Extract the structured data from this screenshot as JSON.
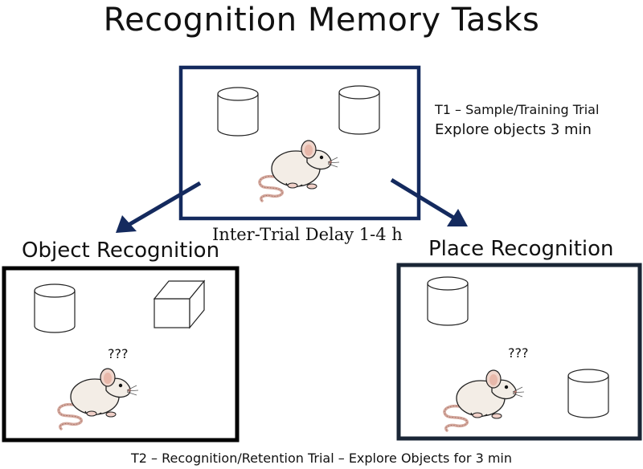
{
  "title": "Recognition Memory Tasks",
  "sample_trial": {
    "line1": "T1 – Sample/Training Trial",
    "line2": "Explore objects 3 min"
  },
  "delay_label": "Inter-Trial Delay 1-4 h",
  "object_recognition": {
    "heading": "Object Recognition",
    "question": "???"
  },
  "place_recognition": {
    "heading": "Place Recognition",
    "question": "???"
  },
  "test_trial": "T2 – Recognition/Retention Trial – Explore Objects for 3 min",
  "colors": {
    "sample_box": "#142a5e",
    "object_box": "#000000",
    "place_box": "#1a2636",
    "arrow": "#142a5e",
    "mouse_tail": "#d4a79c",
    "mouse_body": "#f3ede6"
  }
}
